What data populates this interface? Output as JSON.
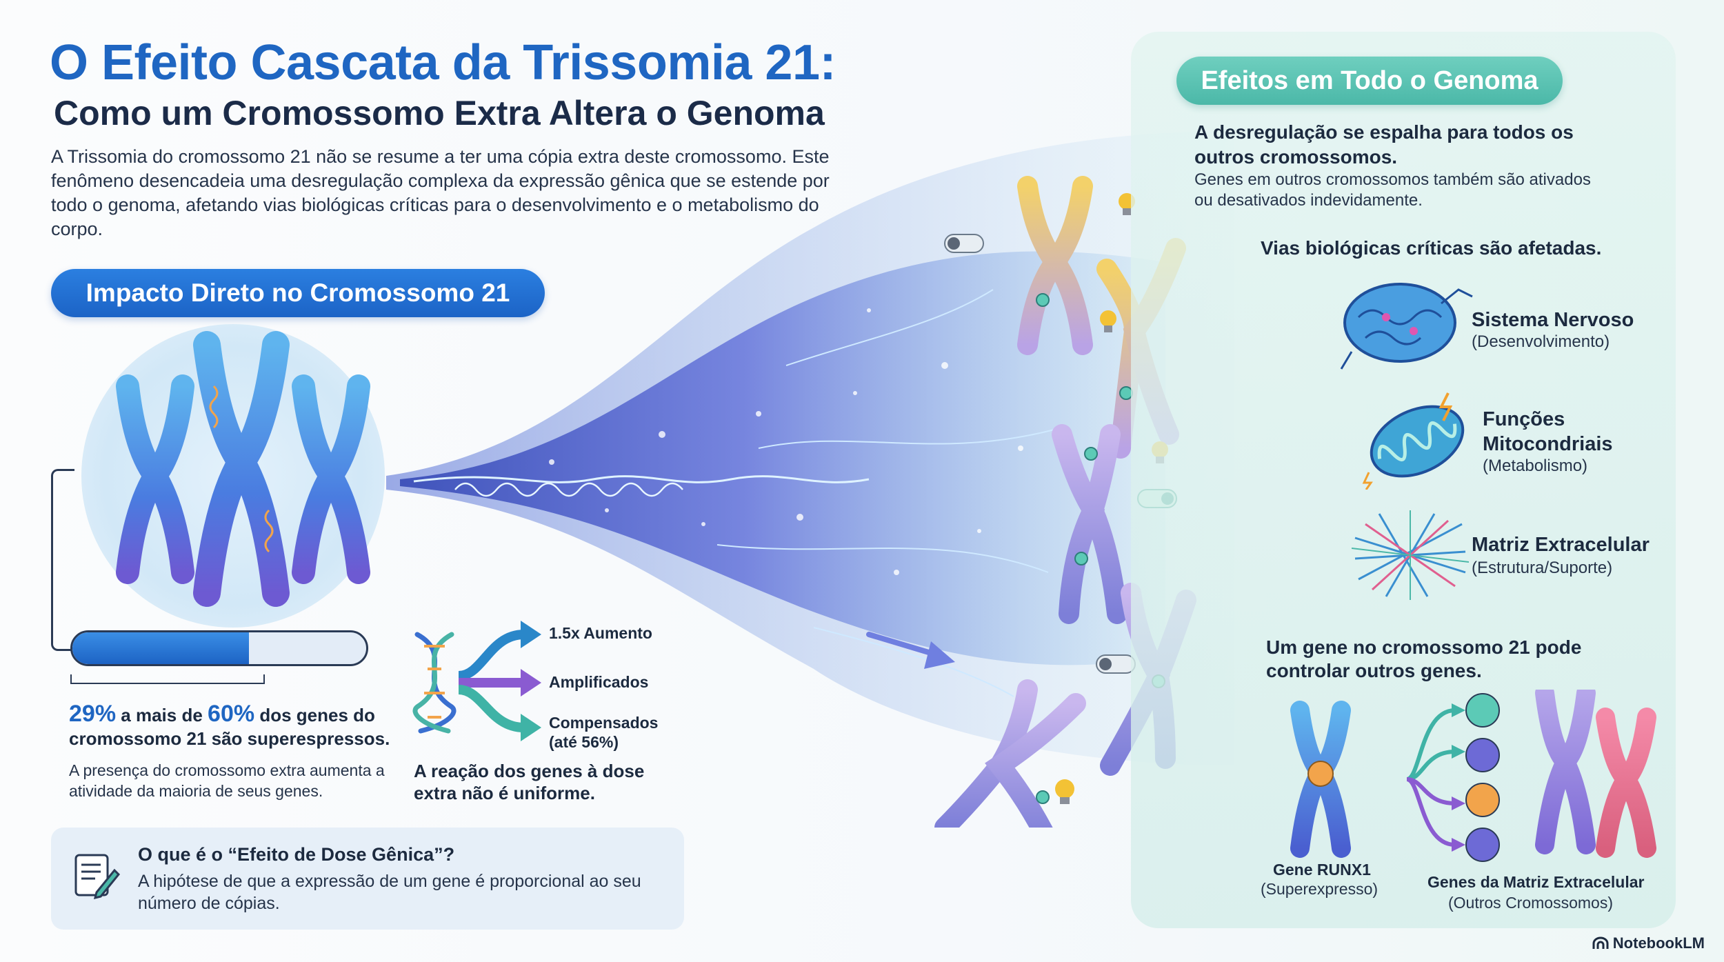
{
  "header": {
    "title": "O Efeito Cascata da Trissomia 21:",
    "subtitle": "Como um Cromossomo Extra Altera o Genoma",
    "intro": "A Trissomia do cromossomo 21 não se resume a ter uma cópia extra deste cromossomo. Este fenômeno desencadeia uma desregulação complexa da expressão gênica que se estende por todo o genoma, afetando vias biológicas críticas para o desenvolvimento e o metabolismo do corpo."
  },
  "left": {
    "pill": "Impacto Direto no Cromossomo 21",
    "progress_fraction": 0.6,
    "stat_pct_1": "29%",
    "stat_mid": " a mais de ",
    "stat_pct_2": "60%",
    "stat_end": " dos genes do cromossomo 21 são superespressos.",
    "stat_desc": "A presença do cromossomo extra aumenta a atividade da maioria de seus genes.",
    "arrows": [
      {
        "label": "1.5x Aumento",
        "color": "#2a87c9"
      },
      {
        "label": "Amplificados",
        "color": "#8a5bd1"
      },
      {
        "label": "Compensados (até 56%)",
        "color": "#3fb3a6"
      }
    ],
    "reaction": "A reação dos genes à dose extra não é uniforme.",
    "dose_title": "O que é o “Efeito de Dose Gênica”?",
    "dose_text": "A hipótese de que a expressão de um gene é proporcional ao seu número de cópias."
  },
  "right": {
    "pill": "Efeitos em Todo o Genoma",
    "spread_head": "A desregulação se espalha para todos os outros cromossomos.",
    "spread_text": "Genes em outros cromossomos também são ativados ou desativados indevidamente.",
    "pathways_head": "Vias biológicas críticas são afetadas.",
    "pathways": [
      {
        "title": "Sistema Nervoso",
        "sub": "(Desenvolvimento)",
        "icon": "brain-icon"
      },
      {
        "title": "Funções Mitocondriais",
        "sub": "(Metabolismo)",
        "icon": "mitochondria-icon"
      },
      {
        "title": "Matriz Extracelular",
        "sub": "(Estrutura/Suporte)",
        "icon": "matrix-icon"
      }
    ],
    "control_head": "Um gene no cromossomo 21 pode controlar outros genes.",
    "runx_label": "Gene RUNX1",
    "runx_sub": "(Superexpresso)",
    "matrix_label": "Genes da Matriz Extracelular",
    "matrix_sub": "(Outros Cromossomos)"
  },
  "brand": "NotebookLM",
  "colors": {
    "primary_blue": "#1f66c2",
    "teal": "#4bb8a8",
    "chromosome_blue": "#3b6fd4",
    "chromosome_yellow": "#e8b83c",
    "chromosome_pink": "#e0728e"
  }
}
